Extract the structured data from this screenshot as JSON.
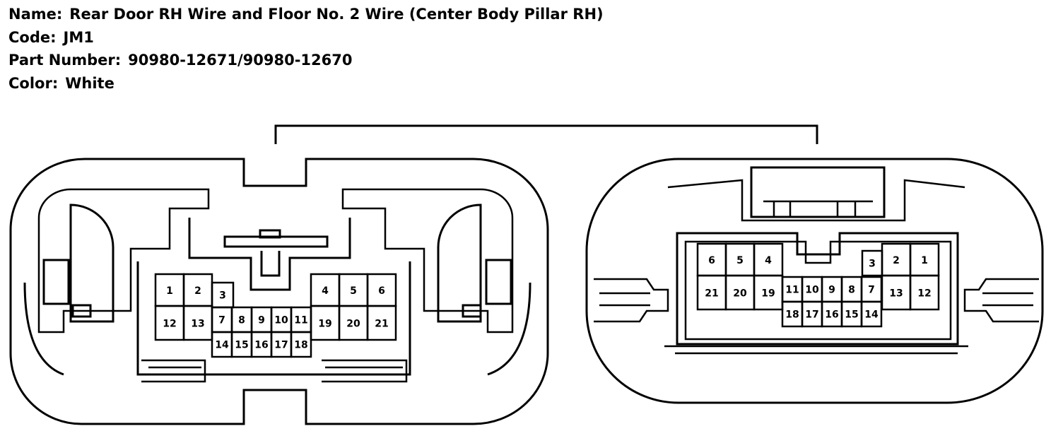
{
  "info": {
    "name_label": "Name:",
    "name_value": "Rear Door RH Wire and Floor No. 2 Wire (Center Body Pillar RH)",
    "code_label": "Code:",
    "code_value": "JM1",
    "part_label": "Part Number:",
    "part_value": "90980-12671/90980-12670",
    "color_label": "Color:",
    "color_value": "White"
  },
  "connector_left": {
    "pins": [
      "1",
      "2",
      "3",
      "4",
      "5",
      "6",
      "7",
      "8",
      "9",
      "10",
      "11",
      "12",
      "13",
      "14",
      "15",
      "16",
      "17",
      "18",
      "19",
      "20",
      "21"
    ]
  },
  "connector_right": {
    "pins": [
      "1",
      "2",
      "3",
      "4",
      "5",
      "6",
      "7",
      "8",
      "9",
      "10",
      "11",
      "12",
      "13",
      "14",
      "15",
      "16",
      "17",
      "18",
      "19",
      "20",
      "21"
    ]
  }
}
